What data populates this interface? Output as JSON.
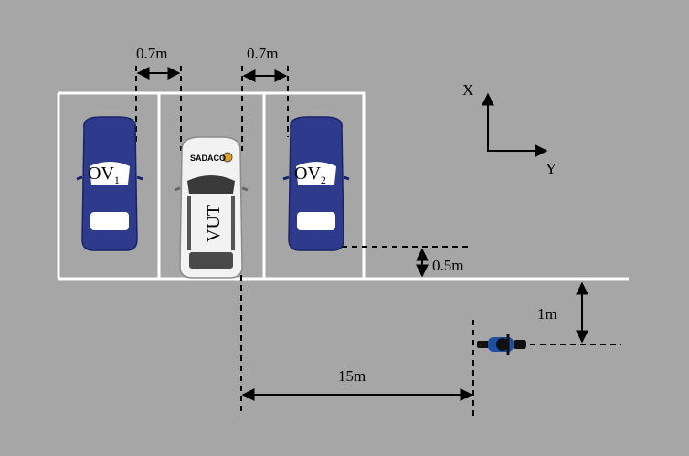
{
  "colors": {
    "ground": "#a6a6a6",
    "line": "#ffffff",
    "dash": "#000000",
    "ov_car": "#2e3a8c",
    "vut_car": "#f2f2f2",
    "motorcycle": "#1f4fa0"
  },
  "axes": {
    "x_label": "X",
    "y_label": "Y"
  },
  "dimensions": {
    "gap_left": "0.7m",
    "gap_right": "0.7m",
    "offset_line": "0.5m",
    "lateral": "1m",
    "longitudinal": "15m"
  },
  "vehicles": {
    "ov1": {
      "label": "OV",
      "sub": "1"
    },
    "ov2": {
      "label": "OV",
      "sub": "2"
    },
    "vut": {
      "label": "VUT",
      "badge": "SADACO"
    }
  }
}
